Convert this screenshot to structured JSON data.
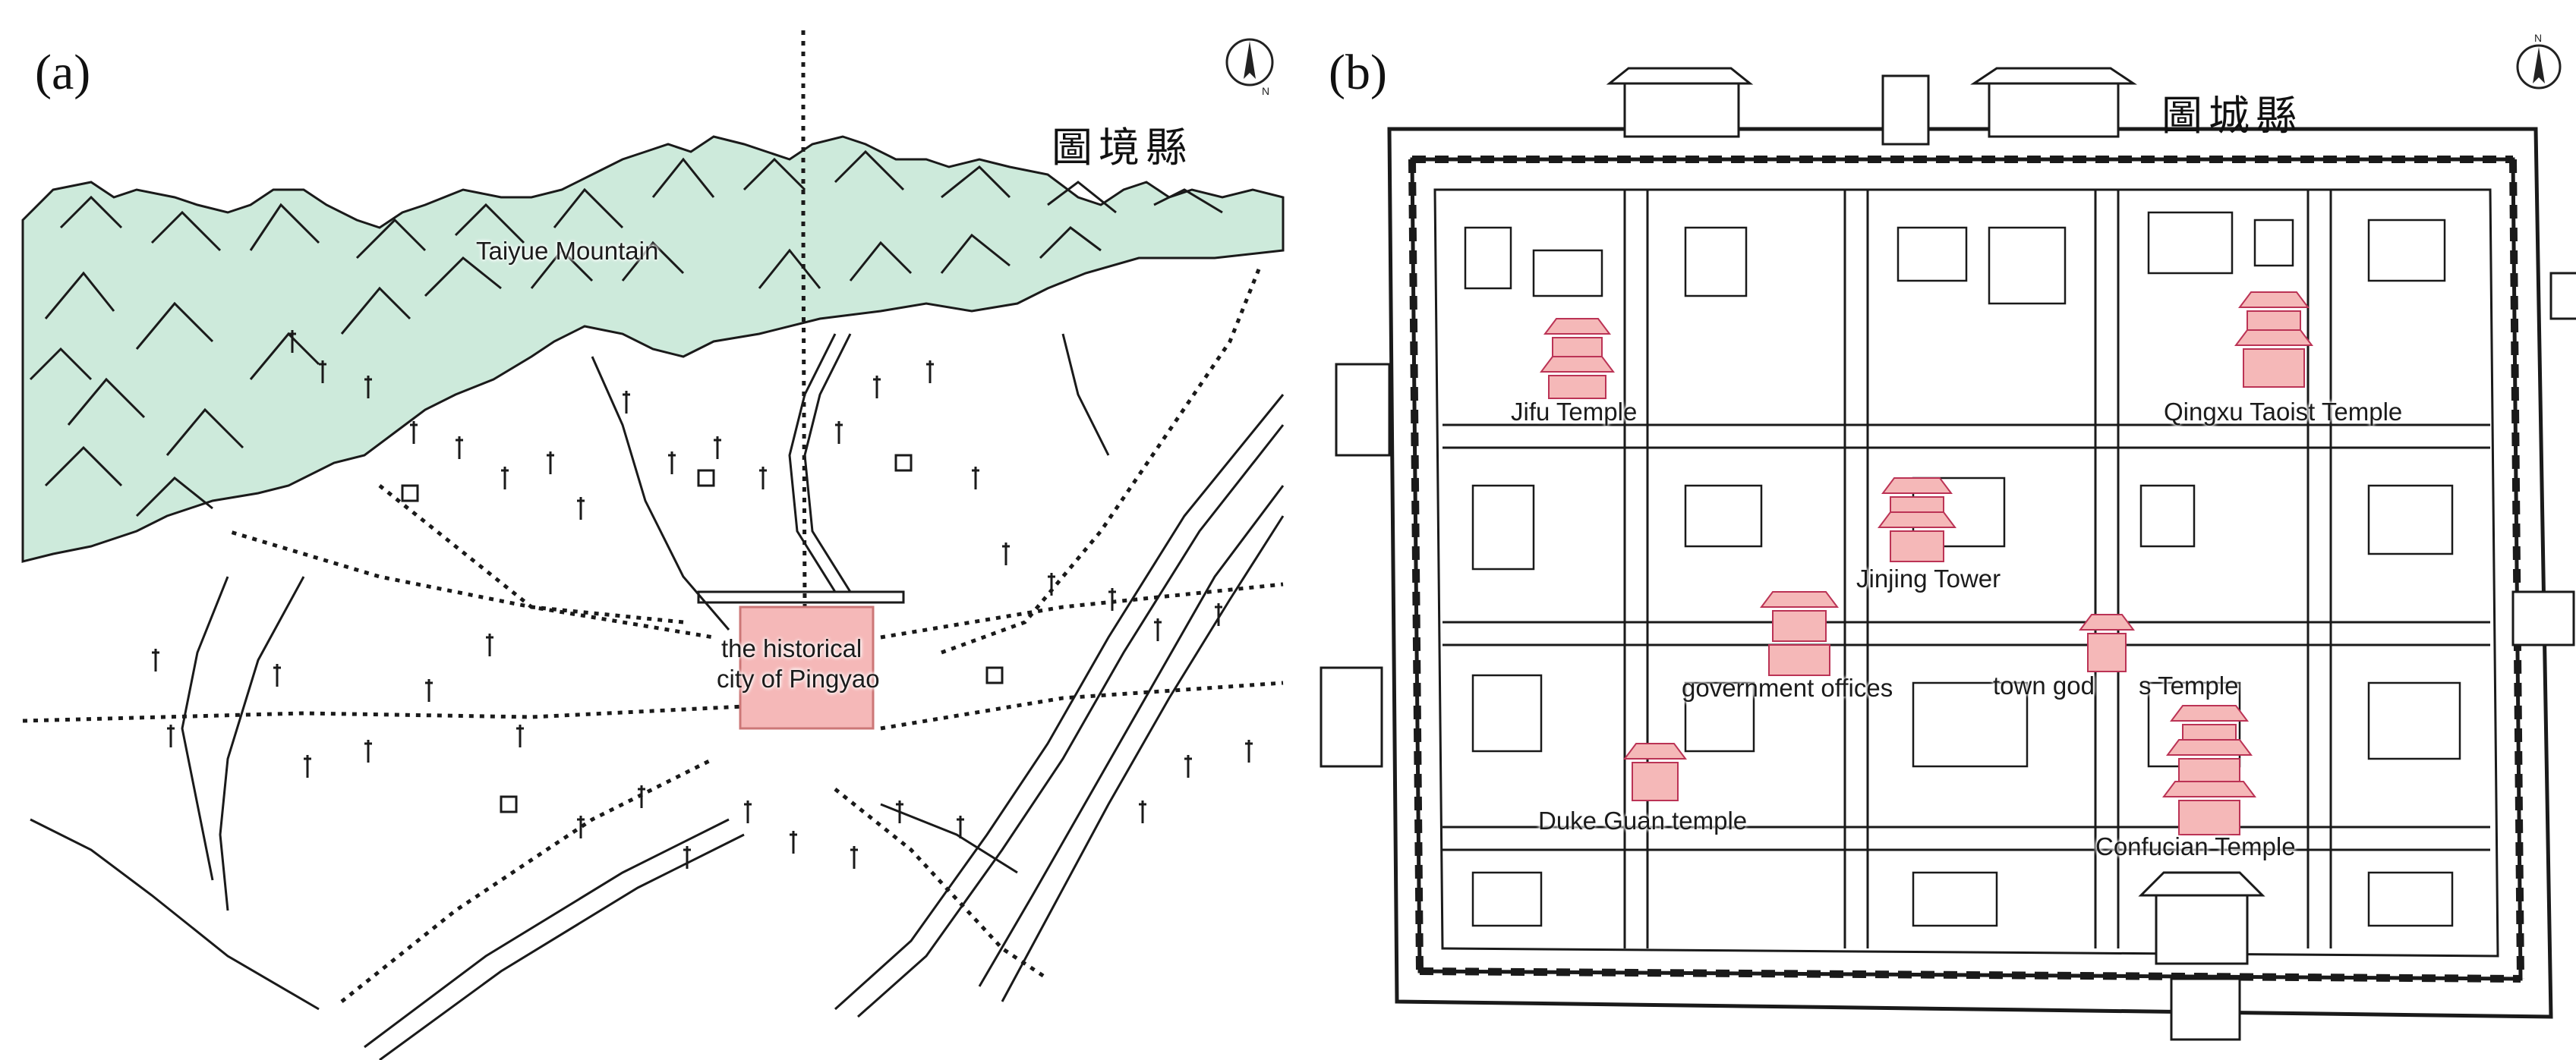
{
  "figure": {
    "panels": [
      {
        "id": "a",
        "label": "(a)",
        "title": "圖境縣",
        "labels": {
          "mountain": "Taiyue Mountain",
          "city_line1": "the historical",
          "city_line2": "city of Pingyao"
        },
        "north": "N"
      },
      {
        "id": "b",
        "label": "(b)",
        "title": "圖城縣",
        "labels": {
          "jifu": "Jifu Temple",
          "qingxu": "Qingxu Taoist Temple",
          "jinjing": "Jinjing Tower",
          "government": "government offices",
          "town_god_1": "town god",
          "town_god_2": "s Temple",
          "duke_guan": "Duke Guan temple",
          "confucian": "Confucian Temple"
        },
        "north": "N"
      }
    ],
    "colors": {
      "mountain_fill": "#cdeadb",
      "highlight_fill": "#f5b8b8",
      "ink": "#1a1a1a"
    }
  }
}
